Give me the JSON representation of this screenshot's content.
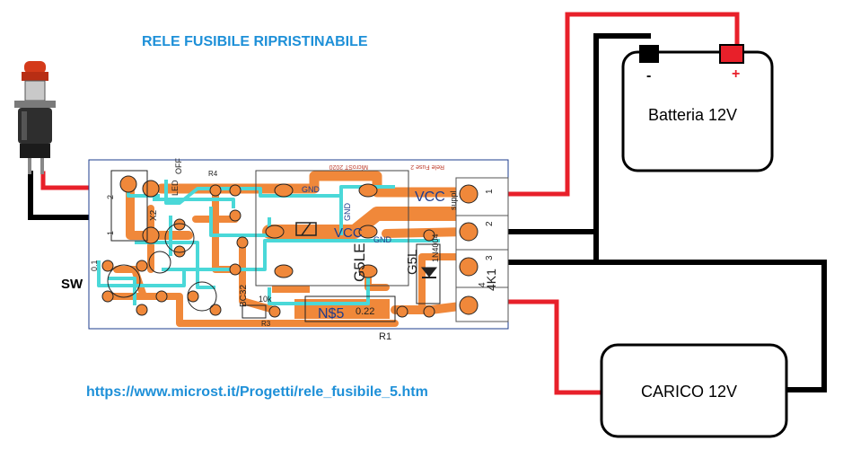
{
  "title": "RELE FUSIBILE RIPRISTINABILE",
  "url": "https://www.microst.it/Progetti/rele_fusibile_5.htm",
  "switch_label": "SW",
  "battery": {
    "label": "Batteria 12V",
    "minus": "-",
    "plus": "+"
  },
  "load": {
    "label": "CARICO 12V"
  },
  "pcb": {
    "labels": {
      "micro": "MicroST 2020",
      "fuse": "Rele Fuse 2",
      "gnd1": "GND",
      "gnd2": "GND",
      "gnd3": "GND",
      "vcc1": "VCC",
      "vcc2": "VCC",
      "suppl": "suppl",
      "diode": "1N4004",
      "relay": "G5LE",
      "relay2": "G5L",
      "k1": "4K1",
      "net": "N$5",
      "r1_val": "0.22",
      "r1": "R1",
      "r3_val": "10k",
      "r3": "R3",
      "x2": "X2",
      "c01": "0.1",
      "bc": "BC32",
      "r4": "R4",
      "led": "LED",
      "off": "OFF",
      "pin1": "1",
      "pin2": "2",
      "pin3": "3",
      "pin4": "4",
      "xpin1": "1",
      "xpin2": "2"
    }
  },
  "colors": {
    "accent": "#1e90d8",
    "wire_red": "#e8202a",
    "wire_black": "#000000",
    "pcb_trace": "#f0883a",
    "pcb_jumper": "#4ad8d8"
  }
}
